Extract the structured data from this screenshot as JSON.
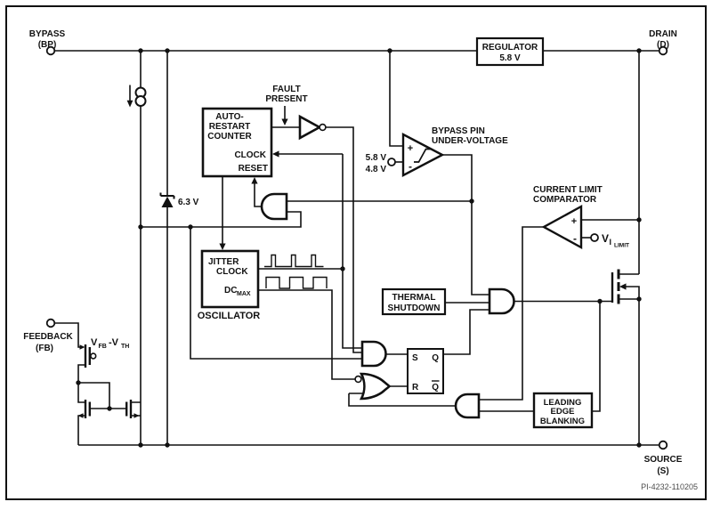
{
  "terminals": {
    "bypass": {
      "label": "BYPASS",
      "pin": "(BP)"
    },
    "drain": {
      "label": "DRAIN",
      "pin": "(D)"
    },
    "feedback": {
      "label": "FEEDBACK",
      "pin": "(FB)"
    },
    "source": {
      "label": "SOURCE",
      "pin": "(S)"
    }
  },
  "blocks": {
    "regulator": {
      "line1": "REGULATOR",
      "line2": "5.8 V"
    },
    "auto_restart_counter": {
      "line1": "AUTO-",
      "line2": "RESTART",
      "line3": "COUNTER",
      "clock_pin": "CLOCK",
      "reset_pin": "RESET"
    },
    "oscillator": {
      "line1": "JITTER",
      "line2": "CLOCK",
      "dc": "DC",
      "dc_sub": "MAX",
      "caption": "OSCILLATOR"
    },
    "thermal_shutdown": {
      "line1": "THERMAL",
      "line2": "SHUTDOWN"
    },
    "leading_edge_blanking": {
      "line1": "LEADING",
      "line2": "EDGE",
      "line3": "BLANKING"
    },
    "sr_latch": {
      "s": "S",
      "q": "Q",
      "r": "R",
      "q_bar": "Q"
    }
  },
  "comparators": {
    "bypass_uv": {
      "title1": "BYPASS PIN",
      "title2": "UNDER-VOLTAGE",
      "vhigh": "5.8 V",
      "vlow": "4.8 V",
      "plus": "+",
      "minus": "-"
    },
    "current_limit": {
      "title1": "CURRENT LIMIT",
      "title2": "COMPARATOR",
      "plus": "+",
      "minus": "-",
      "ref_v": "V",
      "ref_i": "I",
      "ref_sub": "LIMIT"
    }
  },
  "annotations": {
    "fault1": "FAULT",
    "fault2": "PRESENT",
    "zener": "6.3 V",
    "vfb_v": "V",
    "vfb_sub": "FB",
    "vth_v": "-V",
    "vth_sub": "TH",
    "part_number": "PI-4232-110205"
  }
}
